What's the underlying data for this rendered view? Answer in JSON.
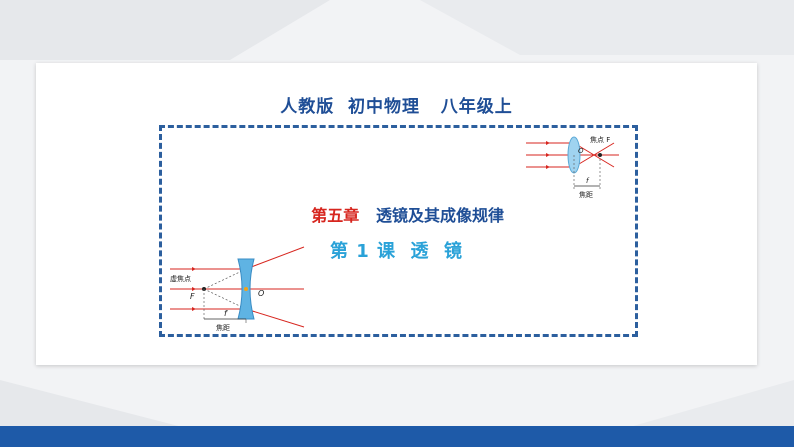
{
  "header": {
    "edition": "人教版  初中物理   八年级上"
  },
  "title": {
    "chapter_num": "第五章",
    "chapter_name": "透镜及其成像规律",
    "lesson": "第 1 课  透  镜"
  },
  "convex_diagram": {
    "focus_label": "焦点 F",
    "center_label": "O",
    "f_label": "f",
    "distance_label": "焦距"
  },
  "concave_diagram": {
    "virtual_focus_label": "虚焦点",
    "focus_label": "F",
    "center_label": "O",
    "f_label": "f",
    "distance_label": "焦距"
  },
  "colors": {
    "primary_blue": "#1f4e96",
    "accent_red": "#d7261f",
    "lesson_cyan": "#2aa2d8",
    "ray_red": "#d7261f",
    "lens_blue": "#7fc4ea"
  }
}
